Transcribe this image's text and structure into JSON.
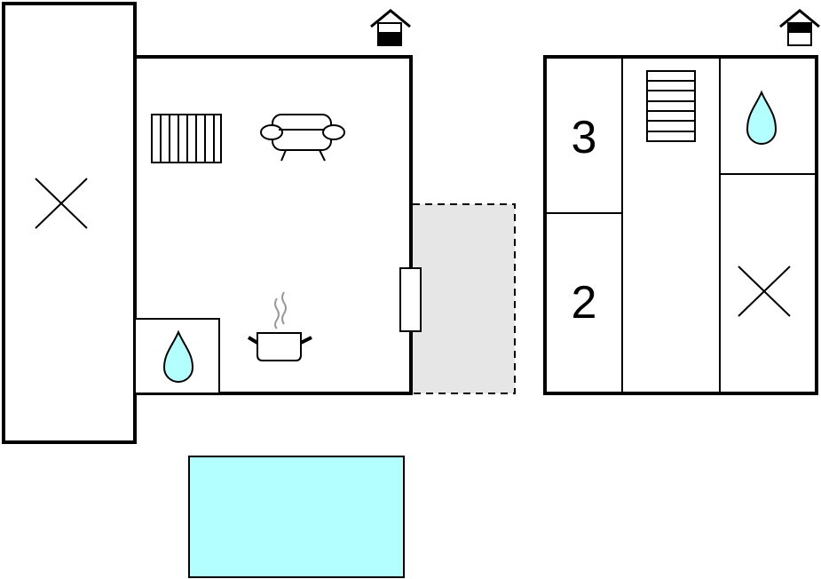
{
  "colors": {
    "wall": "#000000",
    "background": "#ffffff",
    "water": "#b3ffff",
    "terrace": "#e6e6e6"
  },
  "ground_floor": {
    "icons": [
      "house-level-icon",
      "radiator-icon",
      "sofa-icon",
      "cooking-pot-icon",
      "bathroom-drop-icon",
      "bedroom-cross-icon",
      "door-icon"
    ],
    "terrace": "terrace-area",
    "pool": "swimming-pool"
  },
  "upper_floor": {
    "rooms": [
      {
        "number": "3"
      },
      {
        "number": "2"
      }
    ],
    "icons": [
      "house-level-icon",
      "staircase-icon",
      "bathroom-drop-icon",
      "bedroom-cross-icon"
    ]
  }
}
